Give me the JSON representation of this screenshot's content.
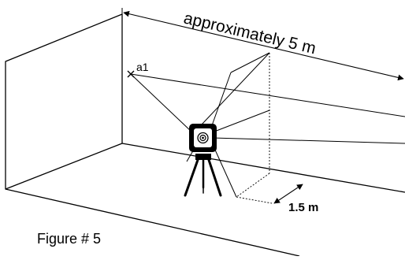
{
  "diagram": {
    "labels": {
      "distance_label": "approximately 5 m",
      "point_label": "a1",
      "offset_label": "1.5 m",
      "figure_caption": "Figure # 5"
    },
    "colors": {
      "line": "#000000",
      "background": "#ffffff"
    },
    "icons": {
      "instrument": "laser-level-instrument-icon",
      "tripod": "tripod-icon",
      "marker": "x-mark-icon"
    }
  }
}
